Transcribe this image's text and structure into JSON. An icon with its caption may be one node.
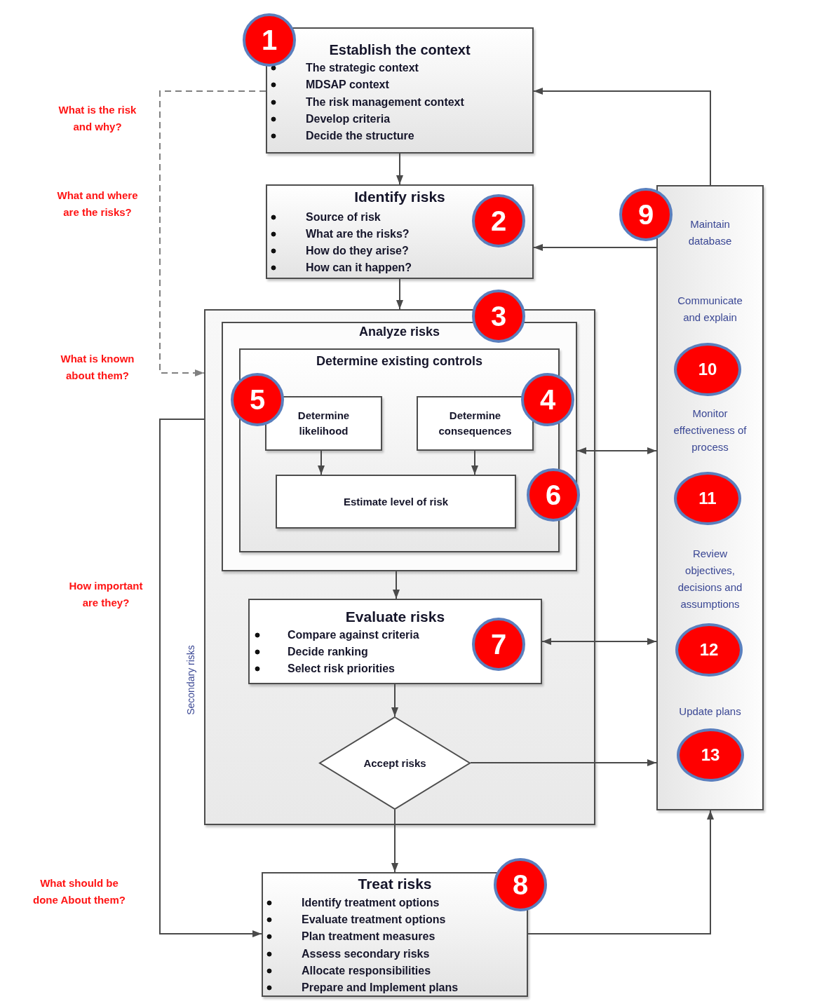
{
  "diagram": {
    "nodes": [
      {
        "text": [
          "Establish the context",
          "The strategic context",
          "MDSAP context",
          "The risk management context",
          "Develop criteria",
          "Decide the structure"
        ]
      },
      {
        "text": [
          "Identify risks",
          "Source of risk",
          "What are the risks?",
          "How do they arise?",
          "How can it happen?"
        ]
      },
      {
        "text": [],
        "shape": "box"
      },
      {
        "text": [
          "Analyze risks"
        ],
        "in": 2
      },
      {
        "text": [
          "Determine existing controls"
        ],
        "in": 3
      },
      {
        "text": [
          "Determine likelihood"
        ],
        "in": 4
      },
      {
        "text": [
          "Determine consequences"
        ],
        "in": 4
      },
      {
        "text": [
          "Estimate level of risk"
        ],
        "in": 4
      },
      {
        "text": [
          "Evaluate risks",
          "Compare against criteria",
          "Decide ranking",
          "Select risk priorities"
        ],
        "in": 2
      },
      {
        "text": [
          "Accept risks"
        ],
        "in": 2
      },
      {
        "text": [
          "Treat risks",
          "Identify treatment options",
          "Evaluate treatment options",
          "Plan treatment measures",
          "Assess secondary risks",
          "Allocate responsibilities",
          "Prepare and Implement plans"
        ]
      },
      {
        "text": [
          "Maintain database",
          "Communicate and explain",
          "Monitor effectiveness of process",
          "Review objectives, decisions and assumptions",
          "Update plans"
        ]
      }
    ],
    "edges": [
      {
        "from": 0,
        "to": 1,
        "arrow": "to"
      },
      {
        "from": 1,
        "to": 2,
        "arrow": "to"
      },
      {
        "from": 5,
        "to": 7,
        "arrow": "to"
      },
      {
        "from": 6,
        "to": 7,
        "arrow": "to"
      },
      {
        "from": 3,
        "to": 8,
        "arrow": "to"
      },
      {
        "from": 8,
        "to": 9,
        "arrow": "to"
      },
      {
        "from": 9,
        "to": 10,
        "arrow": "to"
      },
      {
        "from": 9,
        "to": 11,
        "arrow": "to"
      },
      {
        "from": 10,
        "to": 11,
        "arrow": "to"
      },
      {
        "from": 11,
        "to": 0,
        "arrow": "to"
      },
      {
        "from": 11,
        "to": 1,
        "arrow": "to"
      },
      {
        "from": 3,
        "to": 11,
        "arrow": "both"
      },
      {
        "from": 8,
        "to": 11,
        "arrow": "both"
      },
      {
        "from": 0,
        "to": 2,
        "arrow": "to",
        "style": "dashed",
        "color": "#808080"
      },
      {
        "from": 2,
        "to": 10,
        "arrow": "to",
        "label": "Secondary risks"
      }
    ],
    "labels": [
      "1",
      "What is the risk and why?",
      "What and where are the risks?",
      "2",
      "9",
      "3",
      "What is known about them?",
      "10",
      "5",
      "4",
      "6",
      "11",
      "How important are they?",
      "7",
      "12",
      "13",
      "What should be done About them?",
      "8"
    ]
  }
}
